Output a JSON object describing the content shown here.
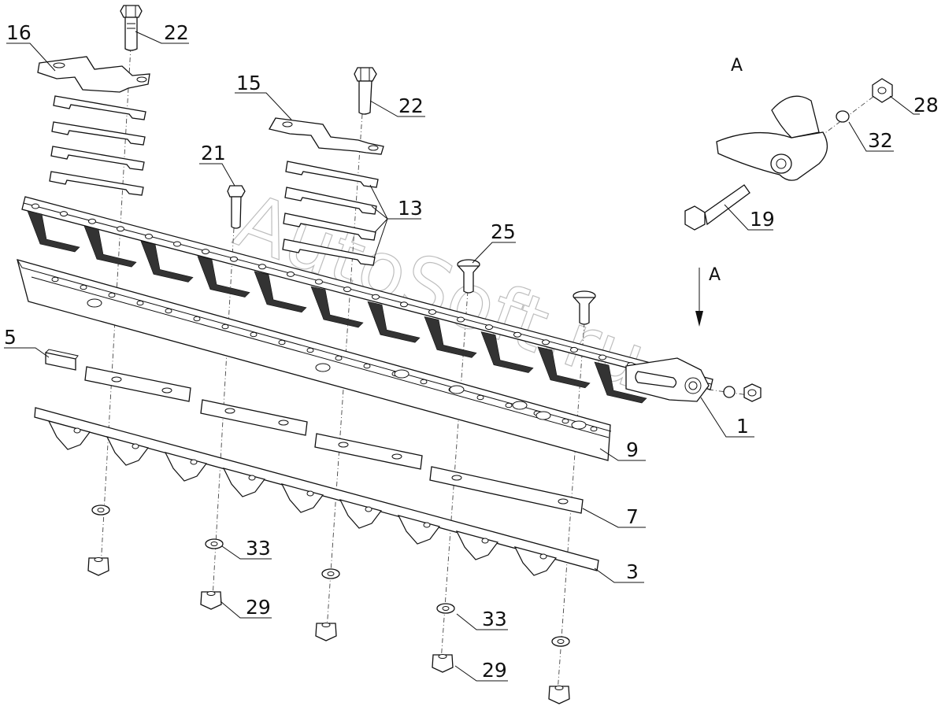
{
  "labels": {
    "n16": "16",
    "n22a": "22",
    "n22b": "22",
    "n15": "15",
    "n21": "21",
    "n13": "13",
    "n25": "25",
    "n5": "5",
    "n1": "1",
    "n9": "9",
    "n7": "7",
    "n3": "3",
    "n33a": "33",
    "n33b": "33",
    "n29a": "29",
    "n29b": "29",
    "n28": "28",
    "n32": "32",
    "n19": "19"
  },
  "view_labels": {
    "detail_title": "A",
    "arrow_label": "A"
  },
  "watermark": "AutoSoft.ru",
  "colors": {
    "line": "#111111",
    "background": "#ffffff",
    "watermark": "#888888"
  }
}
